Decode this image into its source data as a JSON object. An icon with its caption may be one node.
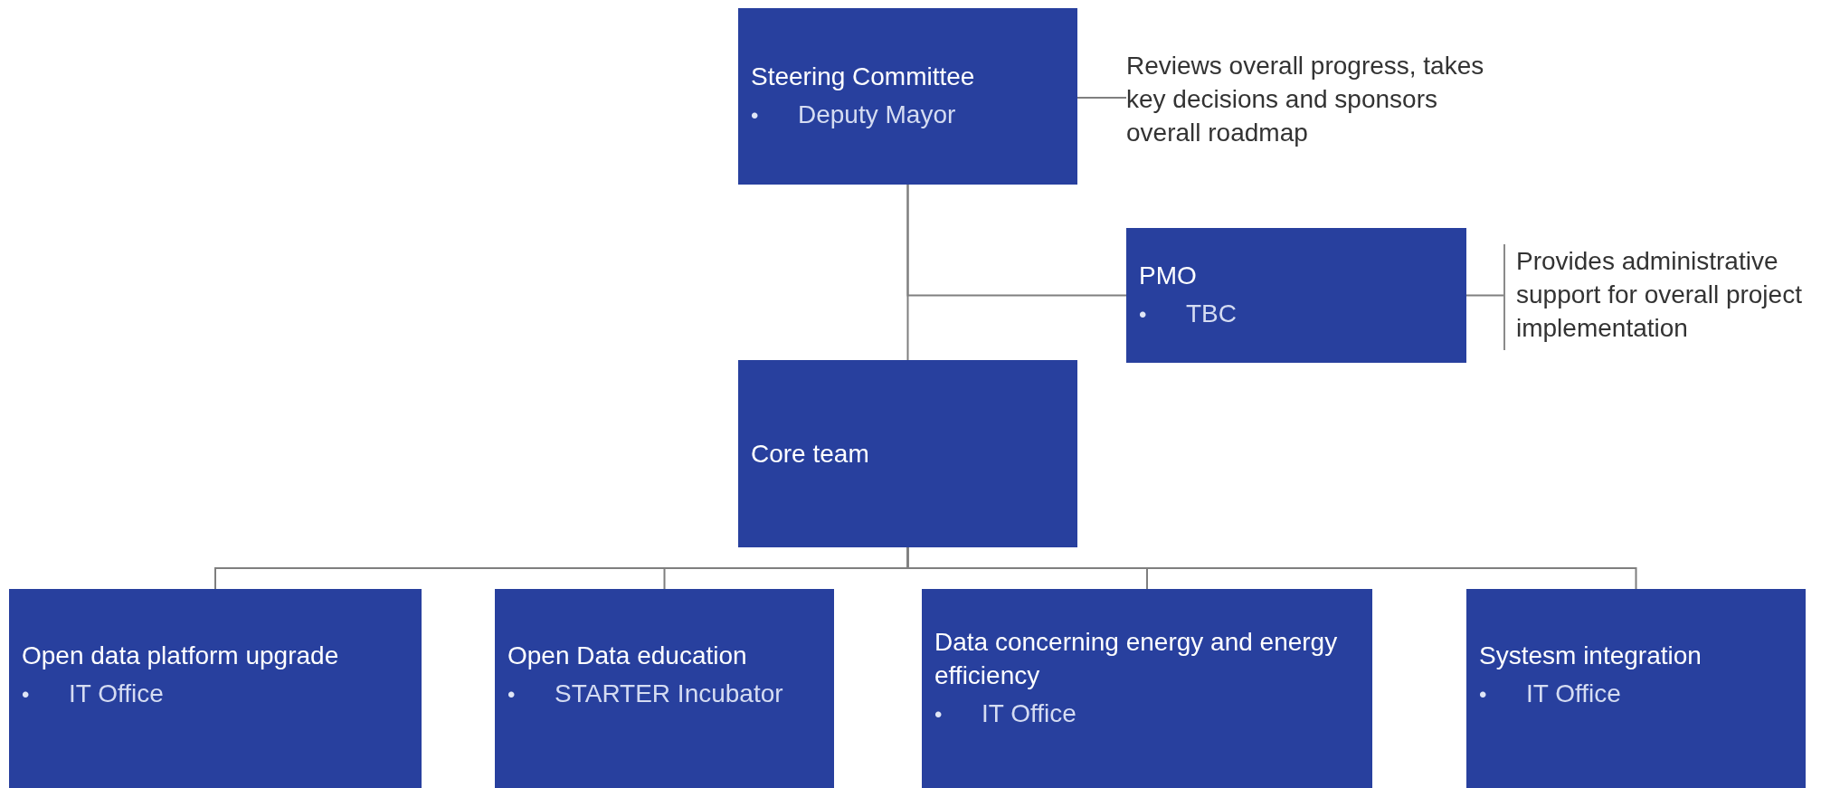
{
  "diagram": {
    "nodes": [
      {
        "text": [
          "Steering Committee",
          "•",
          "Deputy Mayor"
        ]
      },
      {
        "text": [
          "Reviews overall progress, takes key decisions and sponsors overall roadmap"
        ]
      },
      {
        "text": [
          "PMO",
          "•",
          "TBC"
        ]
      },
      {
        "text": [
          "Provides administrative support for overall project implementation"
        ]
      },
      {
        "text": [
          "Core team"
        ]
      },
      {
        "text": [
          "Open data platform upgrade",
          "•",
          "IT Office"
        ]
      },
      {
        "text": [
          "Open Data education",
          "•",
          "STARTER Incubator"
        ]
      },
      {
        "text": [
          "Data concerning energy and energy efficiency",
          "•",
          "IT Office"
        ]
      },
      {
        "text": [
          "Systesm integration",
          "•",
          "IT Office"
        ]
      }
    ],
    "edges": [
      {
        "from": 0,
        "to": 4,
        "arrow": "none"
      },
      {
        "from": 0,
        "to": 2,
        "arrow": "none"
      },
      {
        "from": 0,
        "to": 1,
        "arrow": "none"
      },
      {
        "from": 2,
        "to": 3,
        "arrow": "none"
      },
      {
        "from": 4,
        "to": 5,
        "arrow": "none"
      },
      {
        "from": 4,
        "to": 6,
        "arrow": "none"
      },
      {
        "from": 4,
        "to": 7,
        "arrow": "none"
      },
      {
        "from": 4,
        "to": 8,
        "arrow": "none"
      }
    ]
  }
}
